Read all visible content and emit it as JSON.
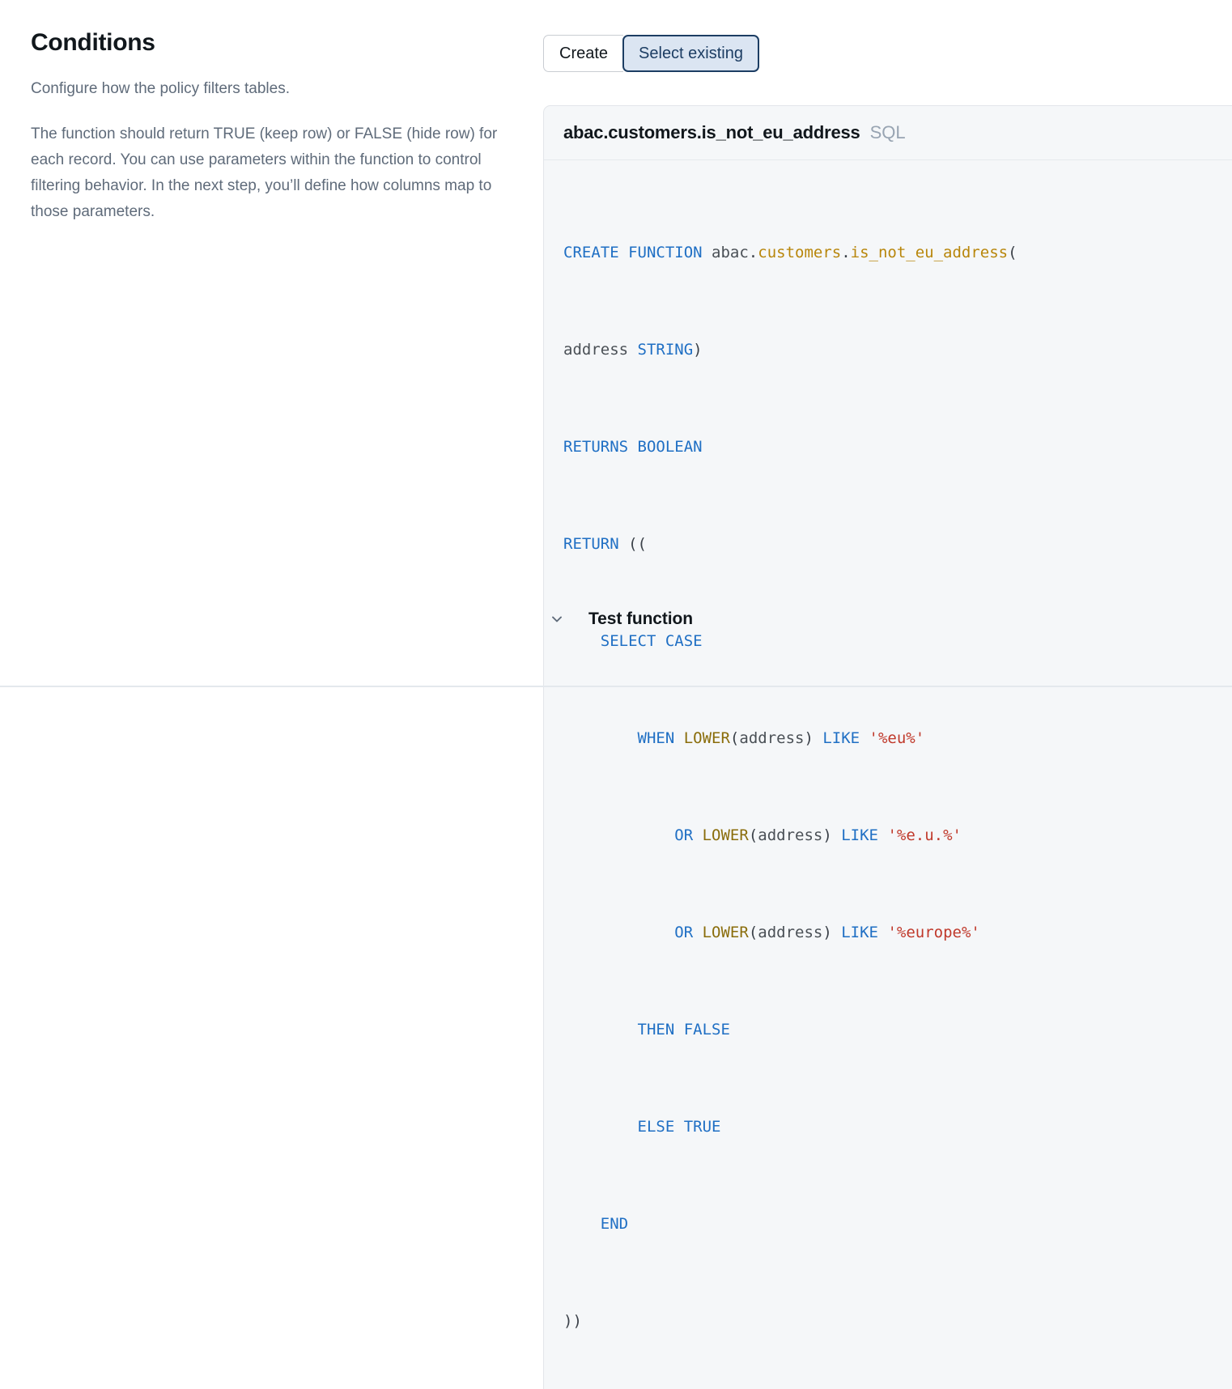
{
  "panel": {
    "title": "Conditions",
    "description_1": "Configure how the policy filters tables.",
    "description_2": "The function should return TRUE (keep row) or FALSE (hide row) for each record. You can use parameters within the function to control filtering behavior. In the next step, you’ll define how columns map to those parameters."
  },
  "segmented_control": {
    "options": [
      {
        "label": "Create",
        "selected": false
      },
      {
        "label": "Select existing",
        "selected": true
      }
    ],
    "create_label": "Create",
    "select_existing_label": "Select existing",
    "selected_value": "Select existing",
    "selected_bg": "#dbe5f2",
    "selected_border": "#1c3d63",
    "selected_text": "#1c3d63"
  },
  "code_panel": {
    "function_name": "abac.customers.is_not_eu_address",
    "language": "SQL",
    "background": "#f5f7f9",
    "border": "#e3e6ea",
    "lines": [
      "CREATE FUNCTION abac.customers.is_not_eu_address(",
      "address STRING)",
      "RETURNS BOOLEAN",
      "RETURN ((",
      "    SELECT CASE",
      "        WHEN LOWER(address) LIKE '%eu%'",
      "            OR LOWER(address) LIKE '%e.u.%'",
      "            OR LOWER(address) LIKE '%europe%'",
      "        THEN FALSE",
      "        ELSE TRUE",
      "    END",
      "))"
    ],
    "tokens": {
      "keyword_color": "#1f6fc4",
      "function_color": "#8a6d0b",
      "identifier_color": "#b8860b",
      "string_color": "#c0392b",
      "plain_color": "#3b4149"
    }
  },
  "test_function": {
    "label": "Test function",
    "icon": "chevron-down-icon",
    "expanded": false
  }
}
